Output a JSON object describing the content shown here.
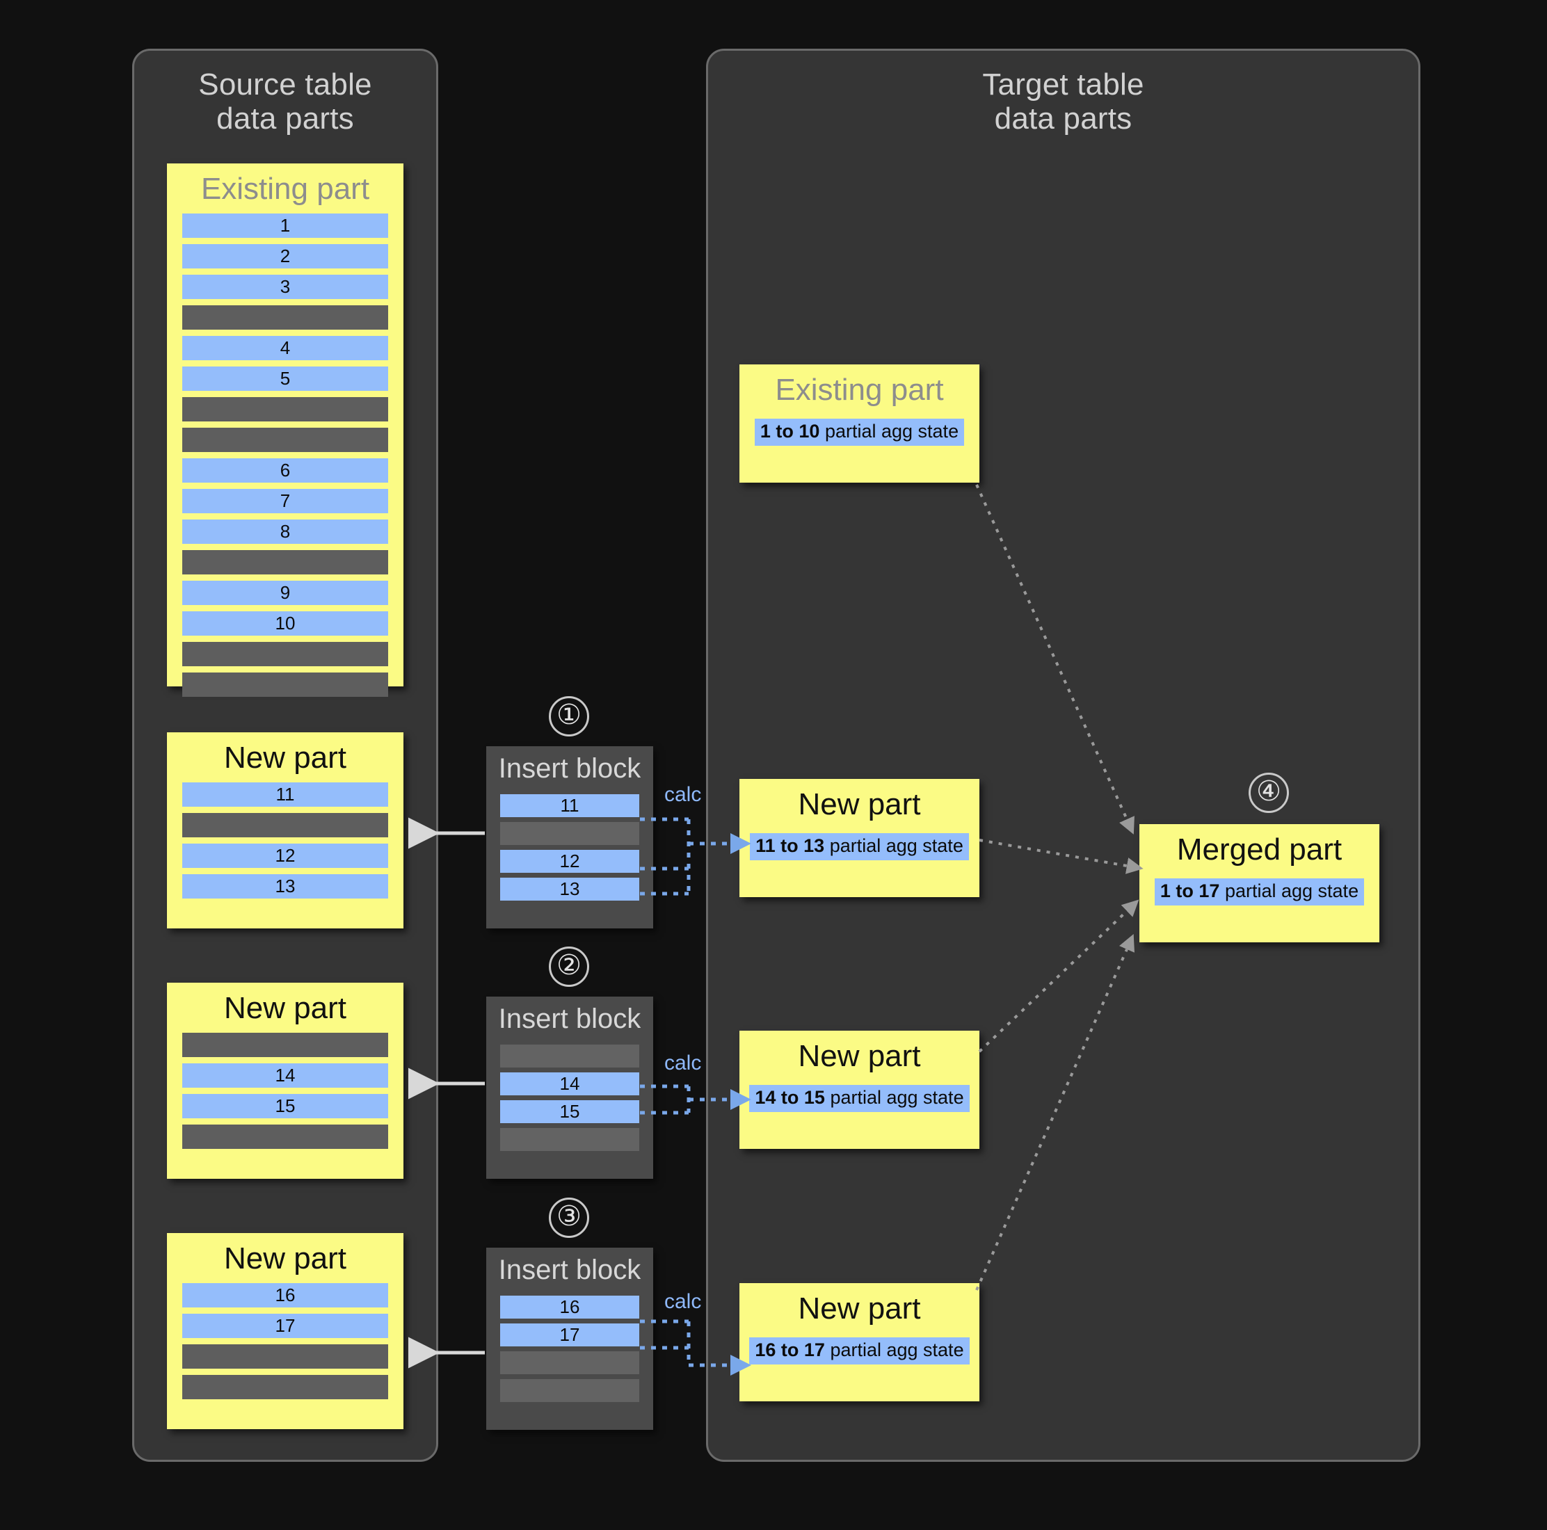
{
  "source_panel": {
    "title": "Source table\ndata parts",
    "parts": [
      {
        "name": "existing-part",
        "title": "Existing part",
        "title_muted": true,
        "rows": [
          "1",
          "2",
          "3",
          "",
          "4",
          "5",
          "",
          "",
          "6",
          "7",
          "8",
          "",
          "9",
          "10",
          "",
          ""
        ]
      },
      {
        "name": "new-part-1",
        "title": "New part",
        "title_muted": false,
        "rows": [
          "11",
          "",
          "12",
          "13"
        ]
      },
      {
        "name": "new-part-2",
        "title": "New part",
        "title_muted": false,
        "rows": [
          "",
          "14",
          "15",
          ""
        ]
      },
      {
        "name": "new-part-3",
        "title": "New part",
        "title_muted": false,
        "rows": [
          "16",
          "17",
          "",
          ""
        ]
      }
    ]
  },
  "insert_blocks": [
    {
      "step": "①",
      "title": "Insert block",
      "rows": [
        "11",
        "",
        "12",
        "13"
      ],
      "calc_label": "calc"
    },
    {
      "step": "②",
      "title": "Insert block",
      "rows": [
        "",
        "14",
        "15",
        ""
      ],
      "calc_label": "calc"
    },
    {
      "step": "③",
      "title": "Insert block",
      "rows": [
        "16",
        "17",
        "",
        ""
      ],
      "calc_label": "calc"
    }
  ],
  "target_panel": {
    "title": "Target table\ndata parts",
    "parts": [
      {
        "name": "target-existing-part",
        "title": "Existing part",
        "title_muted": true,
        "agg_range": "1 to 10",
        "agg_suffix": " partial agg state"
      },
      {
        "name": "target-new-part-1",
        "title": "New part",
        "title_muted": false,
        "agg_range": "11 to 13",
        "agg_suffix": " partial agg state"
      },
      {
        "name": "target-new-part-2",
        "title": "New part",
        "title_muted": false,
        "agg_range": "14 to 15",
        "agg_suffix": " partial agg state"
      },
      {
        "name": "target-new-part-3",
        "title": "New part",
        "title_muted": false,
        "agg_range": "16 to 17",
        "agg_suffix": " partial agg state"
      }
    ],
    "merged": {
      "step": "④",
      "title": "Merged part",
      "agg_range": "1 to 17",
      "agg_suffix": " partial agg state"
    }
  },
  "colors": {
    "background": "#111111",
    "panel_fill": "#353535",
    "panel_border": "#6a6a6a",
    "part_yellow": "#fbfb85",
    "row_blue": "#94bdfb",
    "row_grey": "#5e5e5e",
    "insert_fill": "#4a4a4a",
    "calc_blue": "#8fb9fb",
    "arrow_white": "#d8d8d8",
    "arrow_grey": "#9a9a9a"
  }
}
